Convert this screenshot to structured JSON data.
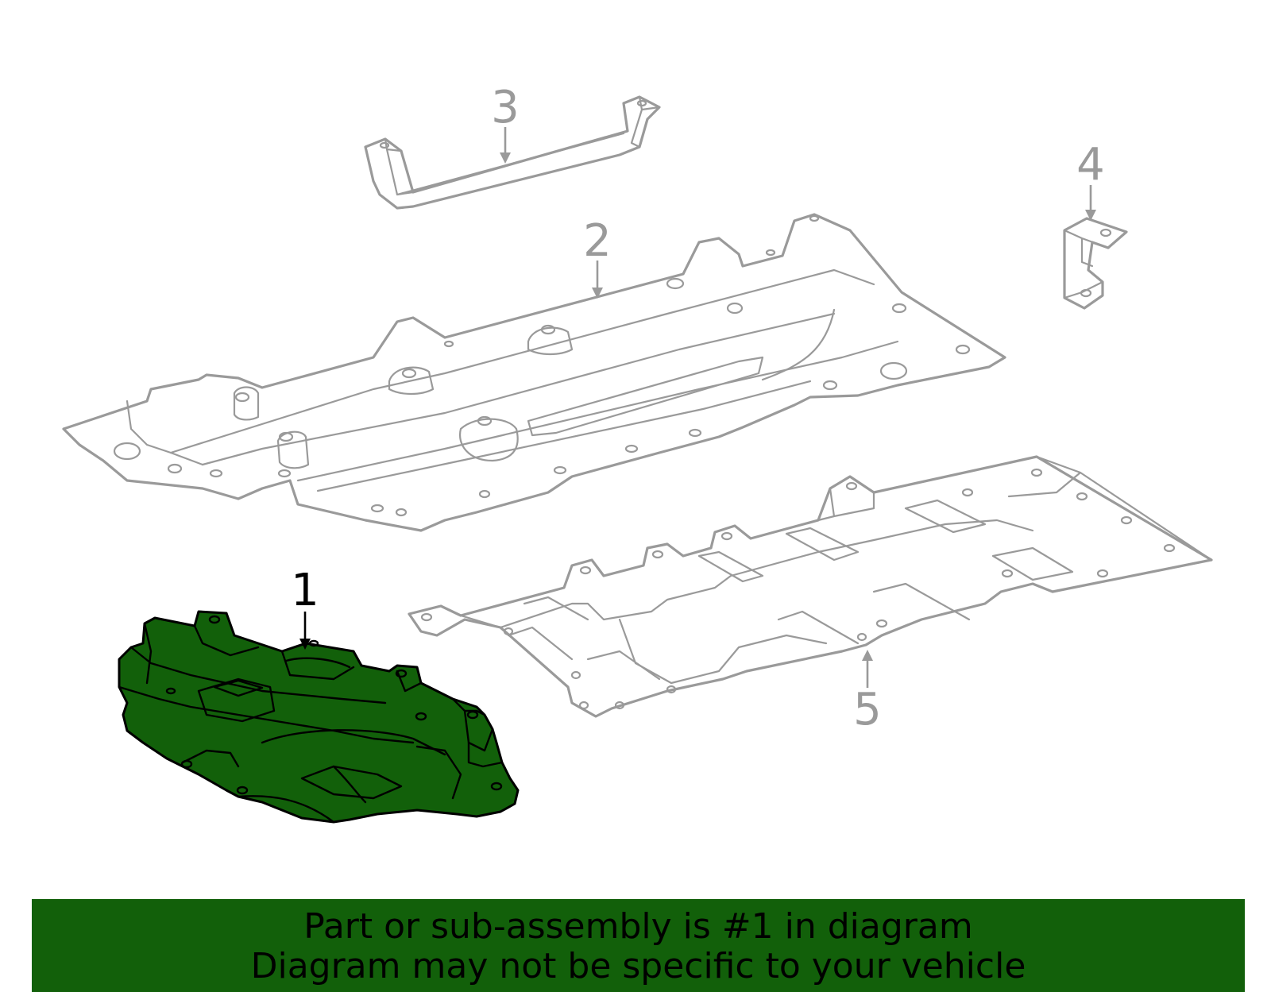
{
  "diagram": {
    "callouts": [
      {
        "id": "1",
        "label": "1",
        "highlighted": true
      },
      {
        "id": "2",
        "label": "2",
        "highlighted": false
      },
      {
        "id": "3",
        "label": "3",
        "highlighted": false
      },
      {
        "id": "4",
        "label": "4",
        "highlighted": false
      },
      {
        "id": "5",
        "label": "5",
        "highlighted": false
      }
    ]
  },
  "banner": {
    "line1": "Part or sub-assembly is #1 in diagram",
    "line2": "Diagram may not be specific to your vehicle"
  },
  "colors": {
    "highlight": "#12600a",
    "outline": "#9a9a9a",
    "highlight_label": "#000000"
  }
}
